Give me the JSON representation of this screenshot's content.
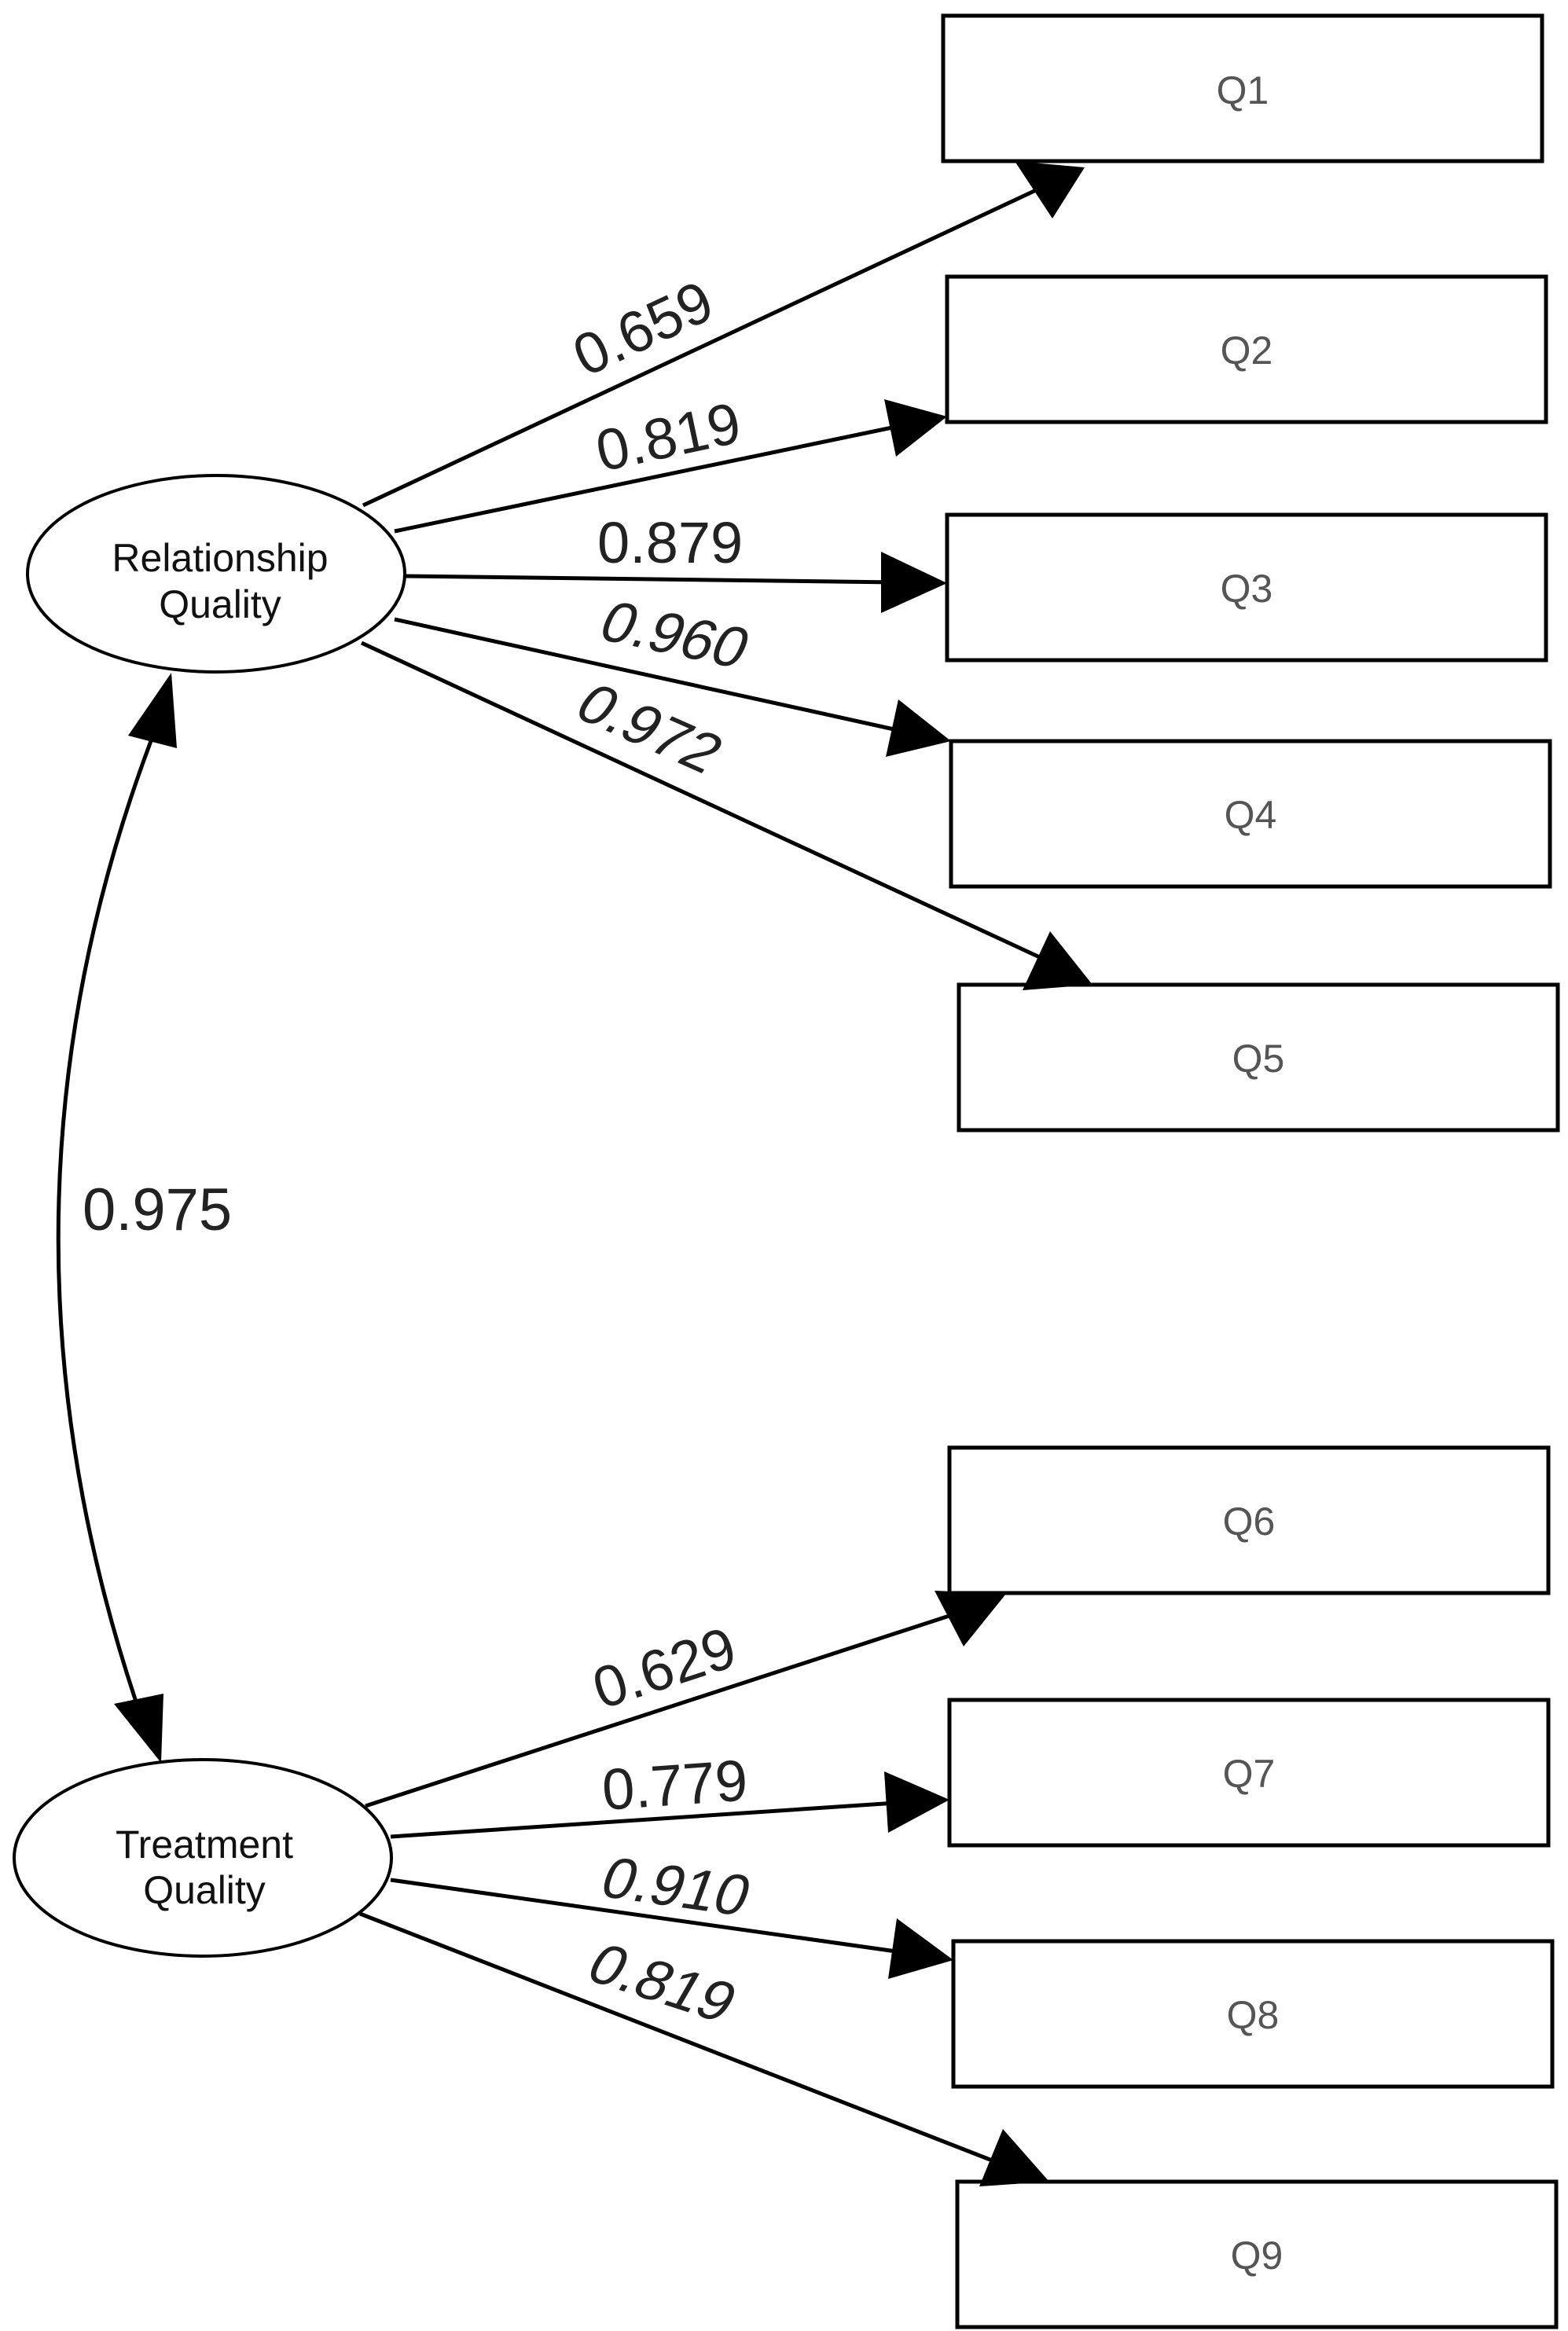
{
  "latents": [
    {
      "id": "rq",
      "lines": [
        "Relationship",
        "Quality"
      ]
    },
    {
      "id": "tq",
      "lines": [
        "Treatment",
        "Quality"
      ]
    }
  ],
  "indicators": [
    "Q1",
    "Q2",
    "Q3",
    "Q4",
    "Q5",
    "Q6",
    "Q7",
    "Q8",
    "Q9"
  ],
  "loadings": [
    {
      "from": "rq",
      "to": "Q1",
      "value": "0.659"
    },
    {
      "from": "rq",
      "to": "Q2",
      "value": "0.819"
    },
    {
      "from": "rq",
      "to": "Q3",
      "value": "0.879"
    },
    {
      "from": "rq",
      "to": "Q4",
      "value": "0.960"
    },
    {
      "from": "rq",
      "to": "Q5",
      "value": "0.972"
    },
    {
      "from": "tq",
      "to": "Q6",
      "value": "0.629"
    },
    {
      "from": "tq",
      "to": "Q7",
      "value": "0.779"
    },
    {
      "from": "tq",
      "to": "Q8",
      "value": "0.910"
    },
    {
      "from": "tq",
      "to": "Q9",
      "value": "0.819"
    }
  ],
  "correlation": {
    "between": [
      "rq",
      "tq"
    ],
    "value": "0.975"
  }
}
